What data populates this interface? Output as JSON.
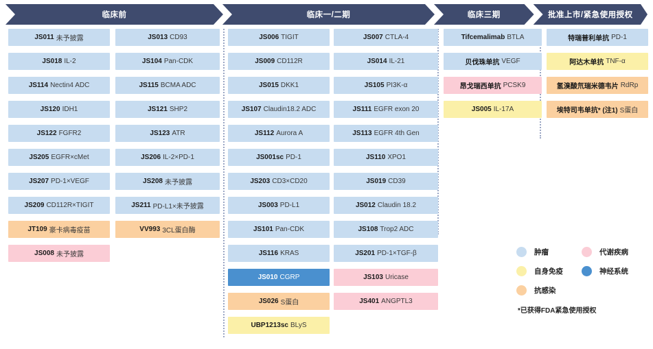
{
  "chart_data": {
    "type": "table",
    "title": "君实生物研发管线 (R&D Pipeline)",
    "phases": [
      {
        "label": "临床前",
        "columns": [
          0,
          1
        ]
      },
      {
        "label": "临床一/二期",
        "columns": [
          2,
          3
        ]
      },
      {
        "label": "临床三期",
        "columns": [
          4
        ]
      },
      {
        "label": "批准上市/紧急使用授权",
        "columns": [
          5
        ]
      }
    ],
    "legend": {
      "entries": [
        {
          "label": "肿瘤",
          "color": "#c7dcf0",
          "key": "onco"
        },
        {
          "label": "代谢疾病",
          "color": "#fbcdd6",
          "key": "metab"
        },
        {
          "label": "自身免疫",
          "color": "#fbf0a8",
          "key": "auto"
        },
        {
          "label": "神经系统",
          "color": "#4a90cf",
          "key": "neuro"
        },
        {
          "label": "抗感染",
          "color": "#fbd0a0",
          "key": "infect"
        }
      ],
      "footnote": "*已获得FDA紧急使用授权"
    },
    "columns": [
      {
        "index": 0,
        "items": [
          {
            "code": "JS011",
            "target": "未予披露",
            "cat": "onco"
          },
          {
            "code": "JS018",
            "target": "IL-2",
            "cat": "onco"
          },
          {
            "code": "JS114",
            "target": "Nectin4 ADC",
            "cat": "onco"
          },
          {
            "code": "JS120",
            "target": "IDH1",
            "cat": "onco"
          },
          {
            "code": "JS122",
            "target": "FGFR2",
            "cat": "onco"
          },
          {
            "code": "JS205",
            "target": "EGFR×cMet",
            "cat": "onco"
          },
          {
            "code": "JS207",
            "target": "PD-1×VEGF",
            "cat": "onco"
          },
          {
            "code": "JS209",
            "target": "CD112R×TIGIT",
            "cat": "onco"
          },
          {
            "code": "JT109",
            "target": "豪卡病毒疫苗",
            "cat": "infect"
          },
          {
            "code": "JS008",
            "target": "未予披露",
            "cat": "metab"
          }
        ]
      },
      {
        "index": 1,
        "items": [
          {
            "code": "JS013",
            "target": "CD93",
            "cat": "onco"
          },
          {
            "code": "JS104",
            "target": "Pan-CDK",
            "cat": "onco"
          },
          {
            "code": "JS115",
            "target": "BCMA ADC",
            "cat": "onco"
          },
          {
            "code": "JS121",
            "target": "SHP2",
            "cat": "onco"
          },
          {
            "code": "JS123",
            "target": "ATR",
            "cat": "onco"
          },
          {
            "code": "JS206",
            "target": "IL-2×PD-1",
            "cat": "onco"
          },
          {
            "code": "JS208",
            "target": "未予披露",
            "cat": "onco"
          },
          {
            "code": "JS211",
            "target": "PD-L1×未予披露",
            "cat": "onco"
          },
          {
            "code": "VV993",
            "target": "3CL蛋白酶",
            "cat": "infect"
          }
        ]
      },
      {
        "index": 2,
        "items": [
          {
            "code": "JS006",
            "target": "TIGIT",
            "cat": "onco"
          },
          {
            "code": "JS009",
            "target": "CD112R",
            "cat": "onco"
          },
          {
            "code": "JS015",
            "target": "DKK1",
            "cat": "onco"
          },
          {
            "code": "JS107",
            "target": "Claudin18.2 ADC",
            "cat": "onco"
          },
          {
            "code": "JS112",
            "target": "Aurora A",
            "cat": "onco"
          },
          {
            "code": "JS001sc",
            "target": "PD-1",
            "cat": "onco"
          },
          {
            "code": "JS203",
            "target": "CD3×CD20",
            "cat": "onco"
          },
          {
            "code": "JS003",
            "target": "PD-L1",
            "cat": "onco"
          },
          {
            "code": "JS101",
            "target": "Pan-CDK",
            "cat": "onco"
          },
          {
            "code": "JS116",
            "target": "KRAS",
            "cat": "onco"
          },
          {
            "code": "JS010",
            "target": "CGRP",
            "cat": "neuro"
          },
          {
            "code": "JS026",
            "target": "S蛋白",
            "cat": "infect"
          },
          {
            "code": "UBP1213sc",
            "target": "BLyS",
            "cat": "auto"
          }
        ]
      },
      {
        "index": 3,
        "items": [
          {
            "code": "JS007",
            "target": "CTLA-4",
            "cat": "onco"
          },
          {
            "code": "JS014",
            "target": "IL-21",
            "cat": "onco"
          },
          {
            "code": "JS105",
            "target": "PI3K-α",
            "cat": "onco"
          },
          {
            "code": "JS111",
            "target": "EGFR exon 20",
            "cat": "onco"
          },
          {
            "code": "JS113",
            "target": "EGFR 4th Gen",
            "cat": "onco"
          },
          {
            "code": "JS110",
            "target": "XPO1",
            "cat": "onco"
          },
          {
            "code": "JS019",
            "target": "CD39",
            "cat": "onco"
          },
          {
            "code": "JS012",
            "target": "Claudin 18.2",
            "cat": "onco"
          },
          {
            "code": "JS108",
            "target": "Trop2 ADC",
            "cat": "onco"
          },
          {
            "code": "JS201",
            "target": "PD-1×TGF-β",
            "cat": "onco"
          },
          {
            "code": "JS103",
            "target": "Uricase",
            "cat": "metab"
          },
          {
            "code": "JS401",
            "target": "ANGPTL3",
            "cat": "metab"
          }
        ]
      },
      {
        "index": 4,
        "items": [
          {
            "code": "Tifcemalimab",
            "target": "BTLA",
            "cat": "onco"
          },
          {
            "code": "贝伐珠单抗",
            "target": "VEGF",
            "cat": "onco"
          },
          {
            "code": "昂戈瑞西单抗",
            "target": "PCSK9",
            "cat": "metab"
          },
          {
            "code": "JS005",
            "target": "IL-17A",
            "cat": "auto"
          }
        ]
      },
      {
        "index": 5,
        "items": [
          {
            "code": "特瑞普利单抗",
            "target": "PD-1",
            "cat": "onco"
          },
          {
            "code": "阿达木单抗",
            "target": "TNF-α",
            "cat": "auto"
          },
          {
            "code": "氢溴酸氘瑞米德韦片",
            "target": "RdRp",
            "cat": "infect"
          },
          {
            "code": "埃特司韦单抗* (注1)",
            "target": "S蛋白",
            "cat": "infect"
          }
        ]
      }
    ]
  }
}
